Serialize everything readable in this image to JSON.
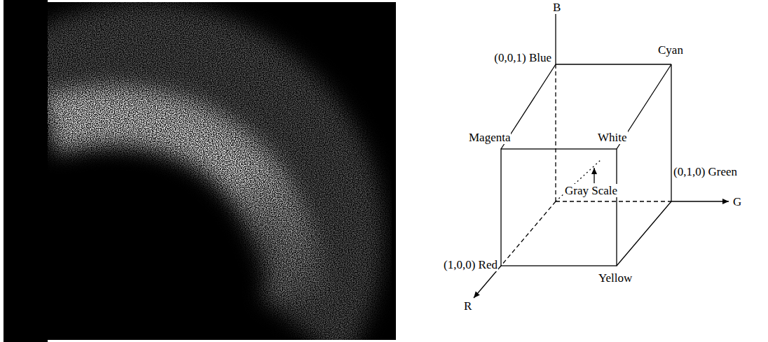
{
  "diagram": {
    "labels": [
      "B",
      "(0,0,1) Blue",
      "Cyan",
      "Magenta",
      "White",
      "(0,1,0) Green",
      "G",
      "Gray Scale",
      "(1,0,0) Red",
      "Yellow",
      "R"
    ]
  }
}
